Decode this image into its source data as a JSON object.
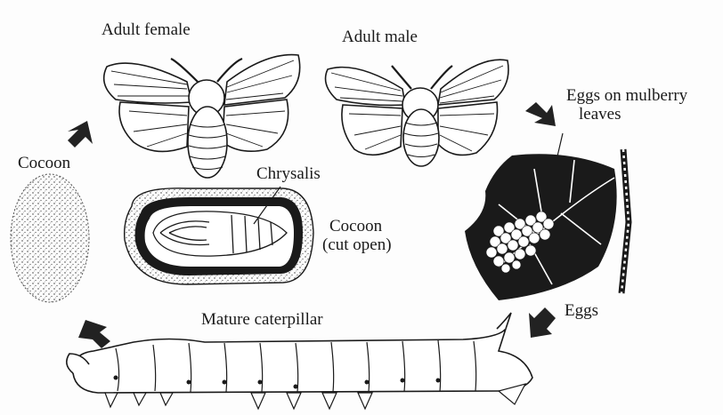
{
  "labels": {
    "adult_female": "Adult female",
    "adult_male": "Adult male",
    "eggs_on_leaves_line1": "Eggs on mulberry",
    "eggs_on_leaves_line2": "leaves",
    "cocoon": "Cocoon",
    "chrysalis": "Chrysalis",
    "cocoon_cut_line1": "Cocoon",
    "cocoon_cut_line2": "(cut open)",
    "eggs": "Eggs",
    "mature_caterpillar": "Mature caterpillar"
  },
  "colors": {
    "ink": "#1a1a1a",
    "paper": "#fdfdfd"
  }
}
